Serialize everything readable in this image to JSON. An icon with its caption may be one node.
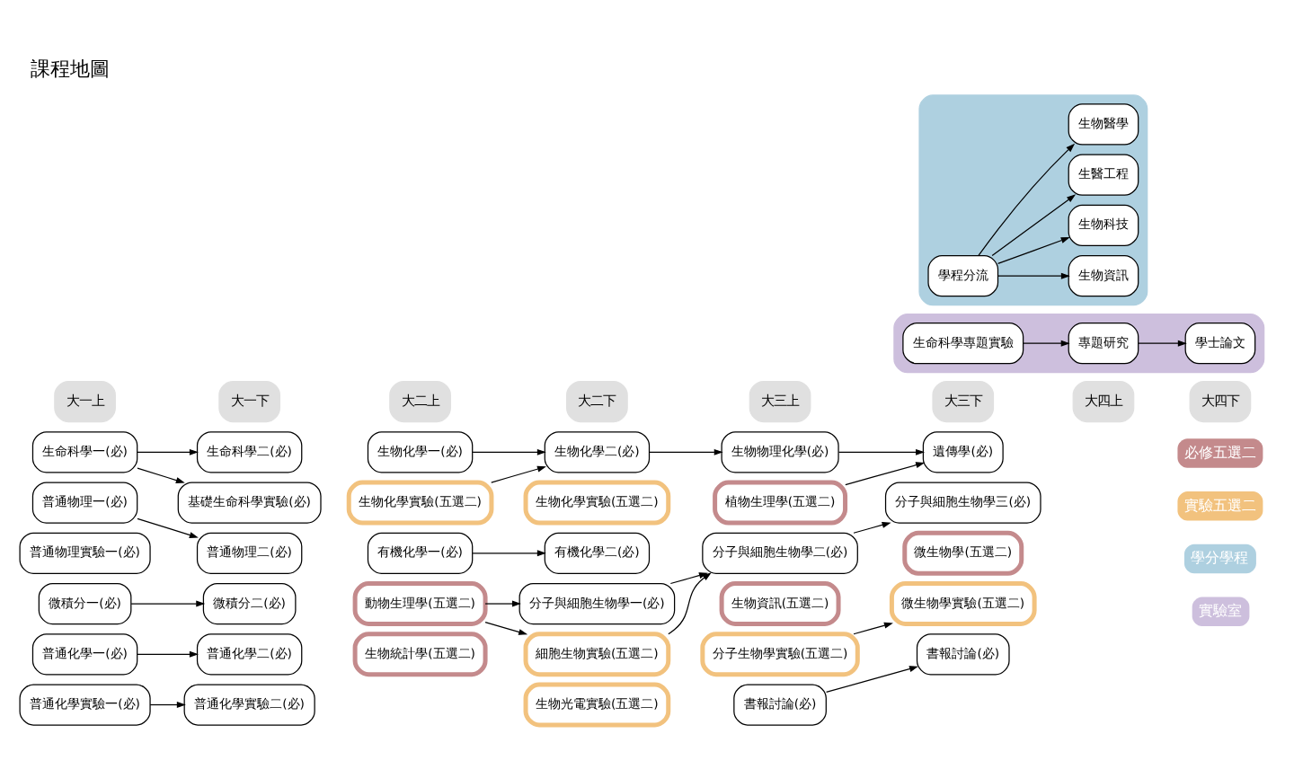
{
  "diagram": {
    "title": "課程地圖",
    "nodes": [
      {
        "text": [
          "大一上"
        ]
      },
      {
        "text": [
          "大一下"
        ]
      },
      {
        "text": [
          "大二上"
        ]
      },
      {
        "text": [
          "大二下"
        ]
      },
      {
        "text": [
          "大三上"
        ]
      },
      {
        "text": [
          "大三下"
        ]
      },
      {
        "text": [
          "大四上"
        ]
      },
      {
        "text": [
          "大四下"
        ]
      },
      {
        "text": [
          "生命科學一(必)"
        ]
      },
      {
        "text": [
          "生命科學二(必)"
        ]
      },
      {
        "text": [
          "生物化學一(必)"
        ]
      },
      {
        "text": [
          "生物化學二(必)"
        ]
      },
      {
        "text": [
          "生物物理化學(必)"
        ]
      },
      {
        "text": [],
        "shape": "box"
      },
      {
        "text": [
          "生命科學專題實驗"
        ],
        "in": 13
      },
      {
        "text": [
          "專題研究"
        ],
        "in": 13
      },
      {
        "text": [
          "學士論文"
        ],
        "in": 13
      },
      {
        "text": [
          "基礎生命科學實驗(必)"
        ]
      },
      {
        "text": [
          "生物化學實驗(五選二)"
        ]
      },
      {
        "text": [
          "生物化學實驗(五選二)"
        ]
      },
      {
        "text": [
          "植物生理學(五選二)"
        ]
      },
      {
        "text": [],
        "shape": "box"
      },
      {
        "text": [
          "遺傳學(必)"
        ]
      },
      {
        "text": [
          "生物資訊"
        ],
        "in": 21
      },
      {
        "text": [
          "普通物理一(必)"
        ]
      },
      {
        "text": [
          "普通物理二(必)"
        ]
      },
      {
        "text": [
          "有機化學一(必)"
        ]
      },
      {
        "text": [
          "有機化學二(必)"
        ]
      },
      {
        "text": [
          "學程分流"
        ],
        "in": 21
      },
      {
        "text": [
          "生物科技"
        ],
        "in": 21
      },
      {
        "text": [
          "普通物理實驗一(必)"
        ]
      },
      {
        "text": [
          "動物生理學(五選二)"
        ]
      },
      {
        "text": [
          "分子與細胞生物學一(必)"
        ]
      },
      {
        "text": [
          "分子與細胞生物學二(必)"
        ]
      },
      {
        "text": [
          "分子與細胞生物學三(必)"
        ]
      },
      {
        "text": [
          "生醫工程"
        ],
        "in": 21
      },
      {
        "text": [
          "微積分一(必)"
        ]
      },
      {
        "text": [
          "微積分二(必)"
        ]
      },
      {
        "text": [
          "細胞生物實驗(五選二)"
        ]
      },
      {
        "text": [
          "生物資訊(五選二)"
        ]
      },
      {
        "text": [
          "微生物學(五選二)"
        ]
      },
      {
        "text": [
          "生物醫學"
        ],
        "in": 21
      },
      {
        "text": [
          "普通化學一(必)"
        ]
      },
      {
        "text": [
          "普通化學二(必)"
        ]
      },
      {
        "text": [
          "生物統計學(五選二)"
        ]
      },
      {
        "text": [
          "生物光電實驗(五選二)"
        ]
      },
      {
        "text": [
          "分子生物學實驗(五選二)"
        ]
      },
      {
        "text": [
          "微生物學實驗(五選二)"
        ]
      },
      {
        "text": [
          "普通化學實驗一(必)"
        ]
      },
      {
        "text": [
          "普通化學實驗二(必)"
        ]
      },
      {
        "text": [
          "書報討論(必)"
        ]
      },
      {
        "text": [
          "書報討論(必)"
        ]
      }
    ],
    "edges": [
      {
        "from": 8,
        "to": 9,
        "arrow": "to"
      },
      {
        "from": 8,
        "to": 17,
        "arrow": "to"
      },
      {
        "from": 10,
        "to": 11,
        "arrow": "to"
      },
      {
        "from": 18,
        "to": 11,
        "arrow": "to"
      },
      {
        "from": 11,
        "to": 12,
        "arrow": "to"
      },
      {
        "from": 12,
        "to": 22,
        "arrow": "to"
      },
      {
        "from": 20,
        "to": 22,
        "arrow": "to"
      },
      {
        "from": 14,
        "to": 15,
        "arrow": "to"
      },
      {
        "from": 15,
        "to": 16,
        "arrow": "to"
      },
      {
        "from": 28,
        "to": 23,
        "arrow": "to"
      },
      {
        "from": 28,
        "to": 29,
        "arrow": "to"
      },
      {
        "from": 28,
        "to": 35,
        "arrow": "to"
      },
      {
        "from": 28,
        "to": 41,
        "arrow": "to"
      },
      {
        "from": 24,
        "to": 25,
        "arrow": "to"
      },
      {
        "from": 26,
        "to": 27,
        "arrow": "to"
      },
      {
        "from": 31,
        "to": 32,
        "arrow": "to"
      },
      {
        "from": 31,
        "to": 38,
        "arrow": "to"
      },
      {
        "from": 32,
        "to": 33,
        "arrow": "to"
      },
      {
        "from": 38,
        "to": 33,
        "arrow": "to"
      },
      {
        "from": 33,
        "to": 34,
        "arrow": "to"
      },
      {
        "from": 36,
        "to": 37,
        "arrow": "to"
      },
      {
        "from": 42,
        "to": 43,
        "arrow": "to"
      },
      {
        "from": 46,
        "to": 47,
        "arrow": "to"
      },
      {
        "from": 48,
        "to": 49,
        "arrow": "to"
      },
      {
        "from": 50,
        "to": 51,
        "arrow": "to"
      }
    ],
    "legend": [
      {
        "text": "必修五選二",
        "color": "#c48a8c"
      },
      {
        "text": "實驗五選二",
        "color": "#f2c27e"
      },
      {
        "text": "學分學程",
        "color": "#aed0e0"
      },
      {
        "text": "實驗室",
        "color": "#cdbfdd"
      }
    ]
  }
}
